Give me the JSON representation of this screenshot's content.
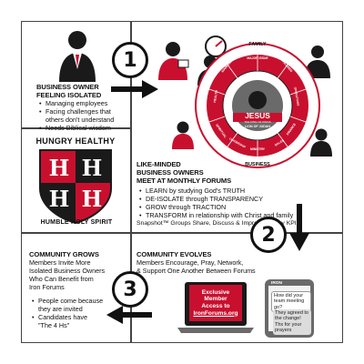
{
  "colors": {
    "red": "#c8102e",
    "dark": "#1a1a1a",
    "gray": "#6a6a6a",
    "outline": "#444444"
  },
  "step1": {
    "number": "1",
    "title_line1": "BUSINESS OWNER",
    "title_line2": "FEELING ISOLATED",
    "bullets": [
      "Managing employees",
      "Facing challenges that",
      "others don't understand",
      "Needs Biblical wisdom"
    ]
  },
  "forum_ring": {
    "top_label": "FAMILY",
    "bottom_label": "BUSINESS",
    "segments": [
      "MARRIAGE",
      "MAJOR ISSUE",
      "CHILDREN",
      "OPERATIONS",
      "FINANCE",
      "MINISTRY",
      "SPIRITUAL",
      "HEALTH",
      "LEADERSHIP",
      "SALES"
    ],
    "center_title": "JESUS",
    "center_sub": "THE KING OF KINGS",
    "center_band": "LION OF JUDAH"
  },
  "forums": {
    "title_line1": "LIKE-MINDED",
    "title_line2": "BUSINESS OWNERS",
    "title_line3": "MEET AT MONTHLY FORUMS",
    "bullets": [
      "LEARN by studying God's TRUTH",
      "DE-ISOLATE through TRANSPARENCY",
      "GROW through TRACTION",
      "TRANSFORM in relationship with Christ and family"
    ],
    "footer": "Snapshot™ Groups Share, Discuss & Improve 30-day KPIs"
  },
  "shield": {
    "top_text": "HUNGRY HEALTHY",
    "bottom_text": "HUMBLE HOLY SPIRIT",
    "letters": [
      "H",
      "H",
      "H",
      "H"
    ]
  },
  "step2": {
    "number": "2",
    "title": "COMMUNITY EVOLVES",
    "lines": [
      "Members Encourage, Pray, Network,",
      "& Support One Another Between Forums"
    ]
  },
  "step3": {
    "number": "3",
    "title": "COMMUNITY GROWS",
    "lines": [
      "Members Invite More",
      "Isolated Business Owners",
      "Who Can Benefit from",
      "Iron Forums"
    ],
    "bullets": [
      "People come because",
      "they are invited",
      "Candidates have",
      "\"The 4 Hs\""
    ]
  },
  "laptop": {
    "lines": [
      "Exclusive",
      "Member",
      "Access to",
      "IronForums.org"
    ]
  },
  "phone": {
    "header": "IRON",
    "msg1": "How did your team meeting go?",
    "msg2": "They agreed to the change! Thx for your prayers"
  }
}
